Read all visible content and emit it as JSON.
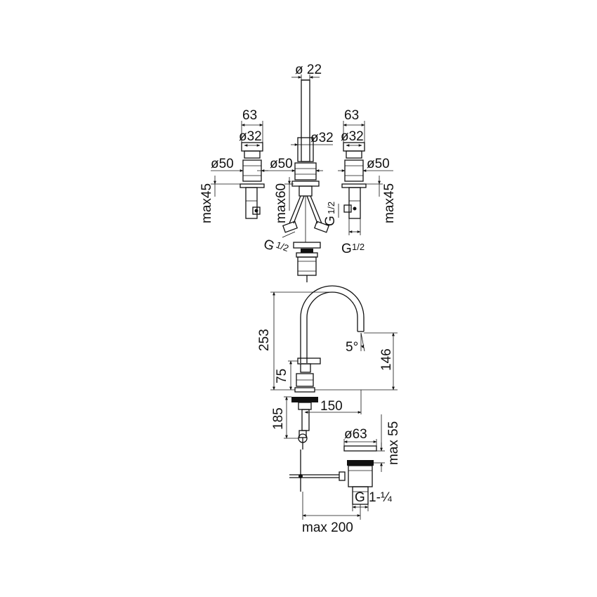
{
  "top_view": {
    "spout_diameter": "ø 22",
    "left_width": "63",
    "left_d32": "ø32",
    "left_d50": "ø50",
    "left_max": "max45",
    "spout_d32": "ø32",
    "spout_d50": "ø50",
    "spout_max": "max60",
    "spout_thread_g": "G",
    "spout_thread_frac": "1/2",
    "center_thread_g": "G",
    "center_thread_frac": "1/2",
    "right_width": "63",
    "right_d32": "ø32",
    "right_d50": "ø50",
    "right_max": "max45",
    "right_thread_g": "G",
    "right_thread_frac": "1/2"
  },
  "side_view": {
    "height": "253",
    "angle": "5°",
    "spout_height": "146",
    "handle_height": "75",
    "reach": "150",
    "below_deck": "185",
    "waste_diameter": "ø63",
    "waste_max": "max 55",
    "waste_thread": "G 1-¼",
    "rod_max": "max 200"
  }
}
